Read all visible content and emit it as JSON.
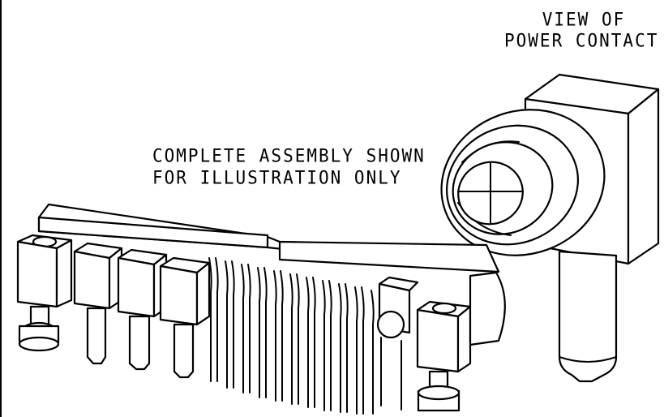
{
  "labels": {
    "view_line1": "VIEW OF",
    "view_line2": "POWER CONTACT",
    "assembly_line1": "COMPLETE ASSEMBLY SHOWN",
    "assembly_line2": "FOR ILLUSTRATION ONLY"
  }
}
